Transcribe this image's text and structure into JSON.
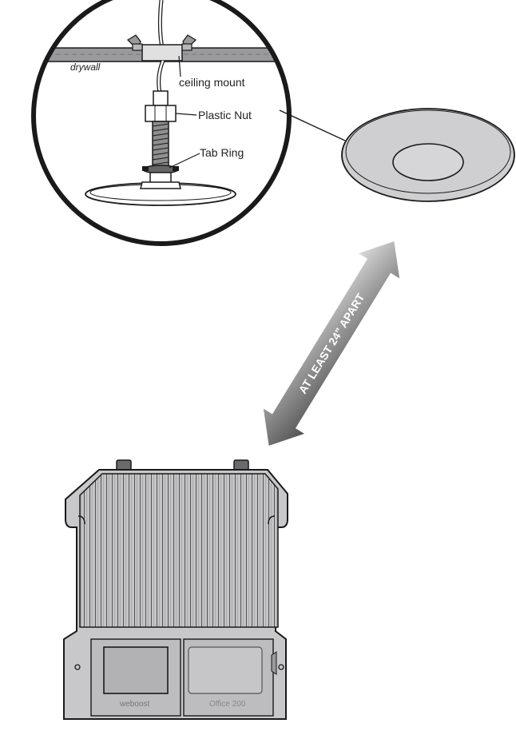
{
  "callouts": {
    "drywall": "drywall",
    "ceiling_mount": "ceiling mount",
    "plastic_nut": "Plastic Nut",
    "tab_ring": "Tab Ring"
  },
  "distance_arrow": {
    "label": "AT LEAST 24\" APART"
  },
  "booster": {
    "brand": "weboost",
    "model": "Office 200"
  },
  "colors": {
    "line": "#1a1a1a",
    "ceiling_fill": "#cfcfd1",
    "antenna_fill": "#d9d9db",
    "booster_body": "#c8c8ca",
    "arrow_dark": "#555555",
    "arrow_light": "#d6d6d6"
  }
}
